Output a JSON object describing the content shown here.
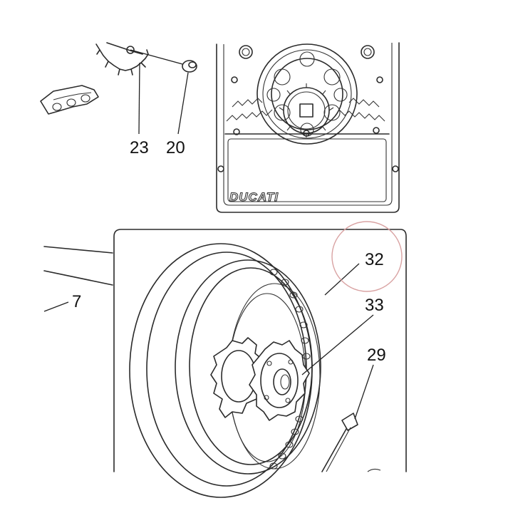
{
  "brand_text": "DUCATI",
  "callouts": {
    "c23": "23",
    "c20": "20",
    "c7": "7",
    "c32": "32",
    "c33": "33",
    "c29": "29"
  },
  "colors": {
    "line": "#2b2b2b",
    "highlight_circle": "#d9a3a3",
    "background": "#ffffff"
  }
}
